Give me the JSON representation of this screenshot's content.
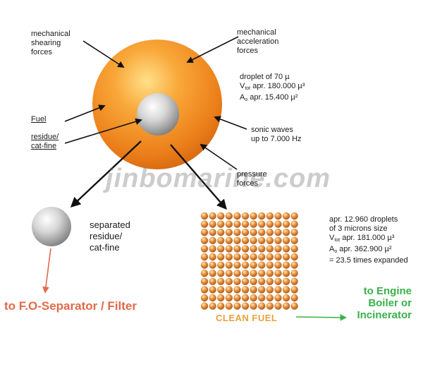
{
  "labels": {
    "mech_shearing_1": "mechanical",
    "mech_shearing_2": "shearing",
    "mech_shearing_3": "forces",
    "mech_accel_1": "mechanical",
    "mech_accel_2": "acceleration",
    "mech_accel_3": "forces",
    "droplet_line1": "droplet of 70 µ",
    "droplet_v_prefix": "V",
    "droplet_v_sub": "tot",
    "droplet_v_value": " apr. 180.000 µ³",
    "droplet_a_prefix": "A",
    "droplet_a_sub": "o",
    "droplet_a_value": " apr. 15.400 µ²",
    "fuel": "Fuel",
    "residue_1": "residue/",
    "residue_2": "cat-fine",
    "sonic_1": "sonic waves",
    "sonic_2": "up to 7.000 Hz",
    "pressure_1": "pressure",
    "pressure_2": "forces",
    "separated_1": "separated",
    "separated_2": "residue/",
    "separated_3": "cat-fine",
    "small_1": "apr. 12.960 droplets",
    "small_2": "of 3 microns size",
    "small_v_prefix": "V",
    "small_v_sub": "tot",
    "small_v_value": " apr. 181.000 µ³",
    "small_a_prefix": "A",
    "small_a_sub": "o",
    "small_a_value": " apr. 362.900 µ²",
    "small_5": "= 23.5 times expanded",
    "to_separator": "to F.O-Separator / Filter",
    "clean_fuel": "CLEAN FUEL",
    "to_engine_1": "to Engine",
    "to_engine_2": "Boiler or",
    "to_engine_3": "Incinerator"
  },
  "watermark": "jinbomarine.com",
  "colors": {
    "droplet_orange": "#f08a1e",
    "droplet_highlight": "#ffd98a",
    "residue_grey": "#9a9a9a",
    "arrow_red": "#e06a4a",
    "arrow_green": "#3ab04a",
    "clean_fuel_text": "#e8a13a",
    "bead": "#e08a3a"
  },
  "grid": {
    "rows": 12,
    "cols": 12
  }
}
